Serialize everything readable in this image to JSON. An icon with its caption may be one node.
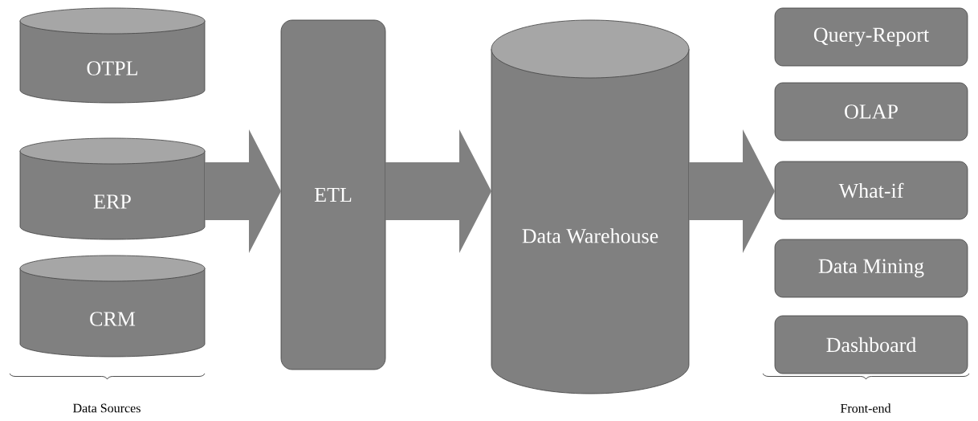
{
  "diagram": {
    "nodes": [
      {
        "text": [
          "OTPL"
        ]
      },
      {
        "text": [
          "ERP"
        ]
      },
      {
        "text": [
          "CRM"
        ]
      },
      {
        "text": [
          "ETL"
        ]
      },
      {
        "text": [
          "Data Warehouse"
        ]
      },
      {
        "text": [
          "Query-Report"
        ]
      },
      {
        "text": [
          "OLAP"
        ]
      },
      {
        "text": [
          "What-if"
        ]
      },
      {
        "text": [
          "Data Mining"
        ]
      },
      {
        "text": [
          "Dashboard"
        ]
      }
    ],
    "edges": [
      {
        "from": 1,
        "to": 3,
        "arrow": "to"
      },
      {
        "from": 3,
        "to": 4,
        "arrow": "to"
      },
      {
        "from": 4,
        "to": 7,
        "arrow": "to"
      }
    ],
    "labels": [
      "Data Sources",
      "Front-end"
    ]
  }
}
